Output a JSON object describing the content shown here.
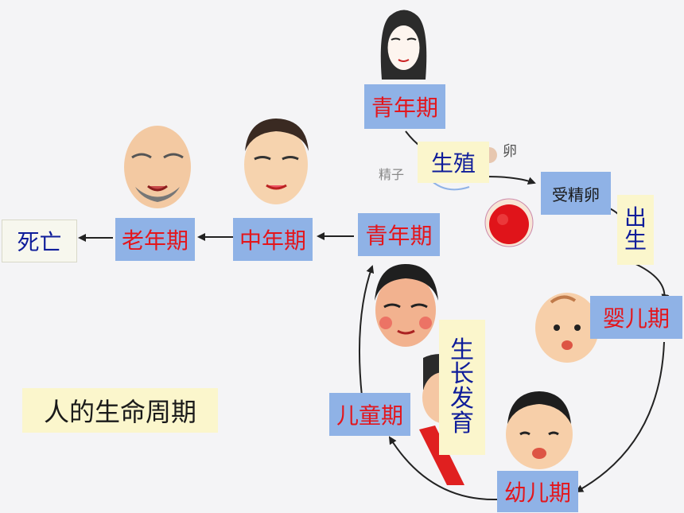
{
  "title": "人的生命周期",
  "stages": {
    "youth_top": "青年期",
    "youth_mid": "青年期",
    "middle_age": "中年期",
    "old_age": "老年期",
    "death": "死亡",
    "zygote": "受精卵",
    "infancy": "婴儿期",
    "early_childhood": "幼儿期",
    "childhood": "儿童期"
  },
  "processes": {
    "reproduction": "生殖",
    "birth": [
      "出",
      "生"
    ],
    "growth": [
      "生",
      "长",
      "发",
      "育"
    ]
  },
  "small_labels": {
    "sperm": "精子",
    "egg": "卵"
  },
  "colors": {
    "stage_box": "#8fb2e6",
    "process_box": "#fbf6cc",
    "stage_text": "#e3161c",
    "process_text": "#0f1d9a"
  }
}
